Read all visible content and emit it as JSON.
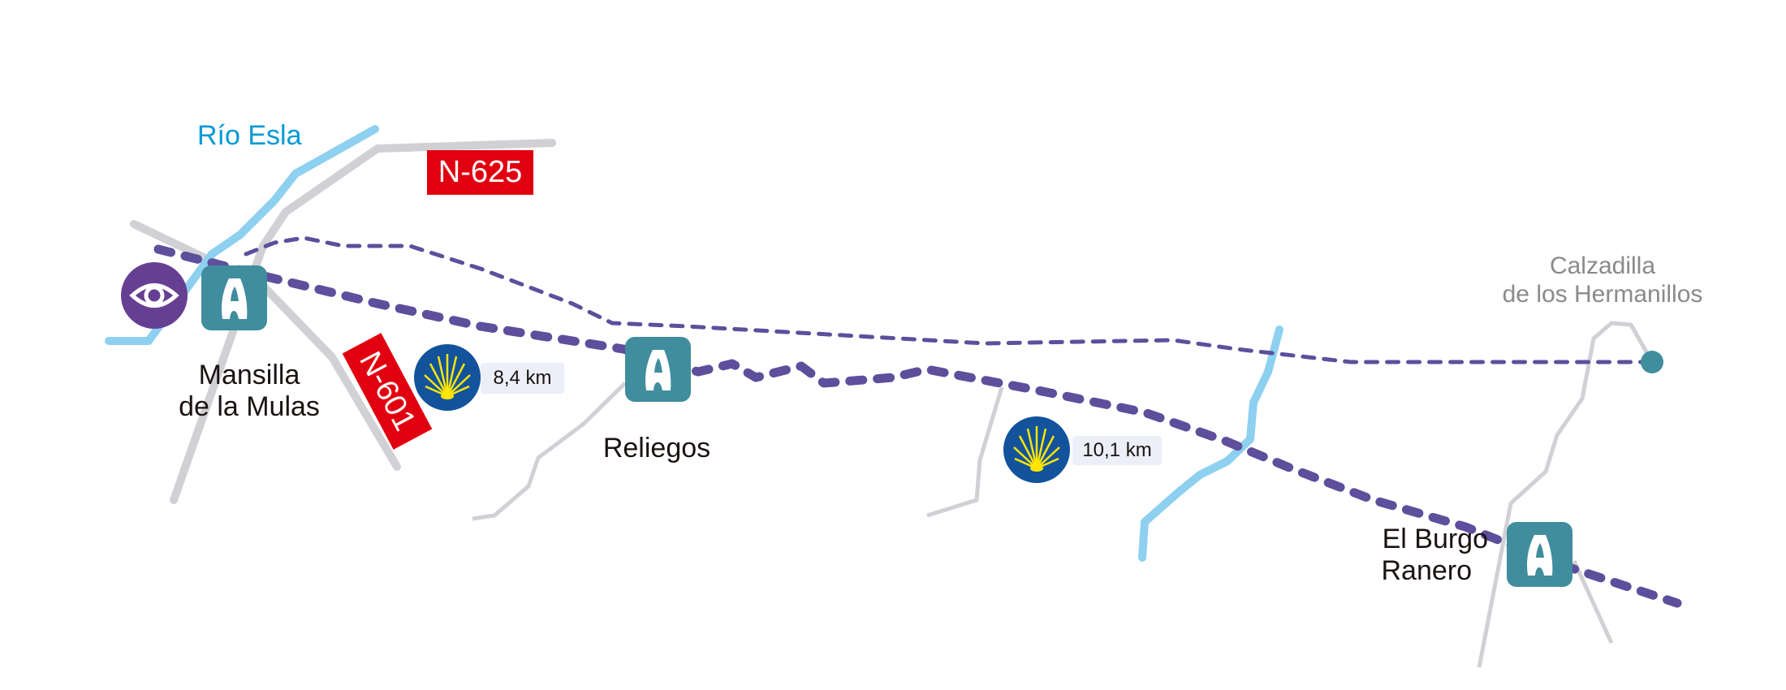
{
  "colors": {
    "route": "#5e4f9c",
    "river": "#8dd0f0",
    "road": "#d0d0d5",
    "hostel": "#408d9e",
    "viewpoint": "#663f93",
    "road_sign": "#e1000f",
    "shell_bg": "#12539c",
    "shell": "#ffe600"
  },
  "labels": {
    "river": "Río Esla",
    "road_n625": "N-625",
    "road_n601": "N-601",
    "mansilla_1": "Mansilla",
    "mansilla_2": "de la Mulas",
    "reliegos": "Reliegos",
    "burgo_1": "El Burgo",
    "burgo_2": "Ranero",
    "calzadilla_1": "Calzadilla",
    "calzadilla_2": "de los Hermanillos"
  },
  "distances": [
    "8,4 km",
    "10,1 km"
  ],
  "icons": [
    "viewpoint-eye-icon",
    "hostel-icon",
    "scallop-shell-icon",
    "waypoint-dot-icon"
  ]
}
